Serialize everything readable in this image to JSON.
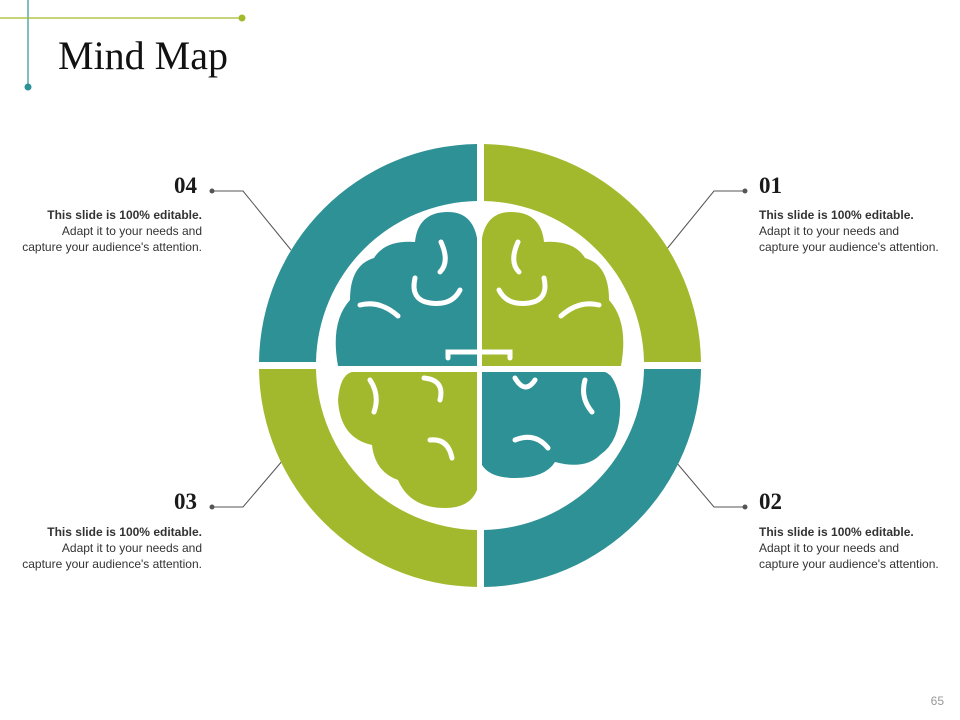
{
  "slide": {
    "title": "Mind Map",
    "page_number": "65"
  },
  "colors": {
    "teal": "#2e9196",
    "green": "#a3b92d",
    "connector": "#555555",
    "accent_line_green": "#a3b92d",
    "accent_line_teal": "#2e9196"
  },
  "items": [
    {
      "number": "01",
      "lead": "This slide is 100%  editable.",
      "text": "Adapt it to your needs and capture your audience's attention.",
      "color": "#a3b92d"
    },
    {
      "number": "02",
      "lead": "This slide is 100%  editable.",
      "text": "Adapt it to your needs and capture your audience's attention.",
      "color": "#2e9196"
    },
    {
      "number": "03",
      "lead": "This slide is 100%  editable.",
      "text": "Adapt it to your needs and capture your audience's attention.",
      "color": "#a3b92d"
    },
    {
      "number": "04",
      "lead": "This slide is 100%  editable.",
      "text": "Adapt it to your needs and capture your audience's attention.",
      "color": "#2e9196"
    }
  ],
  "icons": {
    "center": "brain-icon"
  }
}
